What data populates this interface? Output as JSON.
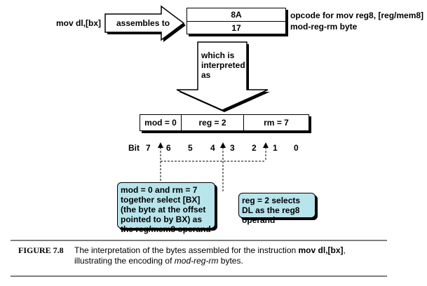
{
  "instruction": "mov dl,[bx]",
  "assembles_label": "assembles to",
  "bytes": [
    {
      "value": "8A",
      "description": "opcode for mov reg8, [reg/mem8]"
    },
    {
      "value": "17",
      "description": "mod-reg-rm byte"
    }
  ],
  "interpreted_label": "which is interpreted as",
  "fields": {
    "mod": "mod = 0",
    "reg": "reg = 2",
    "rm": "rm = 7"
  },
  "bit_row": {
    "label": "Bit",
    "numbers": [
      "7",
      "6",
      "5",
      "4",
      "3",
      "2",
      "1",
      "0"
    ]
  },
  "callouts": {
    "mod_rm": "mod = 0 and rm = 7 together select [BX] (the byte at the offset pointed to by BX) as the reg/mem8 operand",
    "reg": "reg = 2 selects DL as the reg8 operand"
  },
  "caption": {
    "label": "FIGURE 7.8",
    "text_before": "The interpretation of the bytes assembled for the instruction",
    "instruction": "mov dl,[bx]",
    "text_middle": ",",
    "text_line2_before": "illustrating the encoding of",
    "italic_term": "mod-reg-rm",
    "text_after": "bytes."
  }
}
